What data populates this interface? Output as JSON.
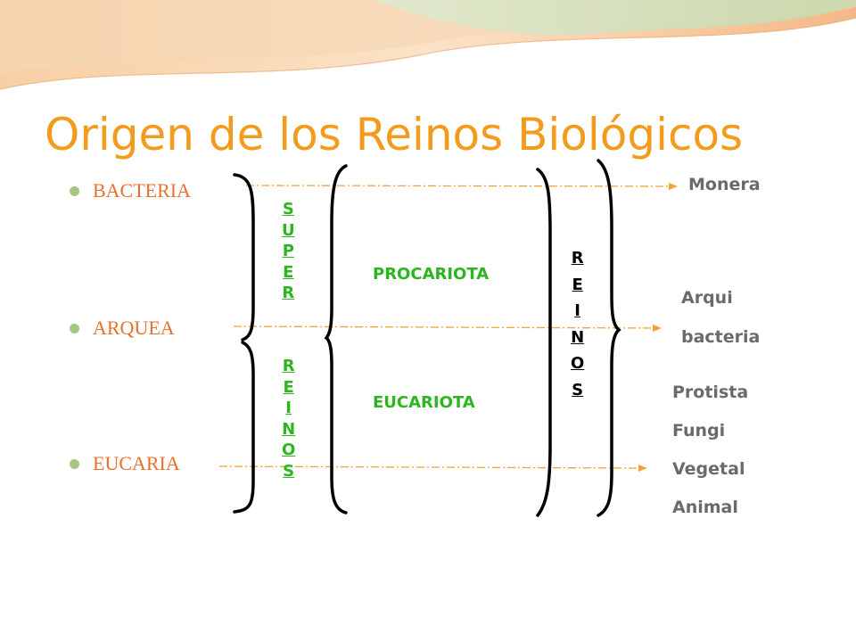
{
  "slide": {
    "title": "Origen de los Reinos Biológicos",
    "bullets": [
      "BACTERIA",
      "ARQUEA",
      "EUCARIA"
    ],
    "superreinos_word": {
      "letters_top": [
        "S",
        "U",
        "P",
        "E",
        "R"
      ],
      "letters_bottom": [
        "R",
        "E",
        "I",
        "N",
        "O",
        "S"
      ]
    },
    "cell_types": {
      "procariota": "PROCARIOTA",
      "eucariota": "EUCARIOTA"
    },
    "reinos_word": [
      "R",
      "E",
      "I",
      "N",
      "O",
      "S"
    ],
    "kingdoms": {
      "monera": "Monera",
      "arqui": "Arqui",
      "bacteria": "bacteria",
      "protista": "Protista",
      "fungi": "Fungi",
      "vegetal": "Vegetal",
      "animal": "Animal"
    },
    "colors": {
      "title": "#f29b1c",
      "bullet_text": "#e8702a",
      "bullet_dot": "#a6c77f",
      "green_label": "#2db51f",
      "kingdom_text": "#6a6a6a",
      "arrow": "#f2a23a",
      "bracket": "#000000"
    }
  }
}
